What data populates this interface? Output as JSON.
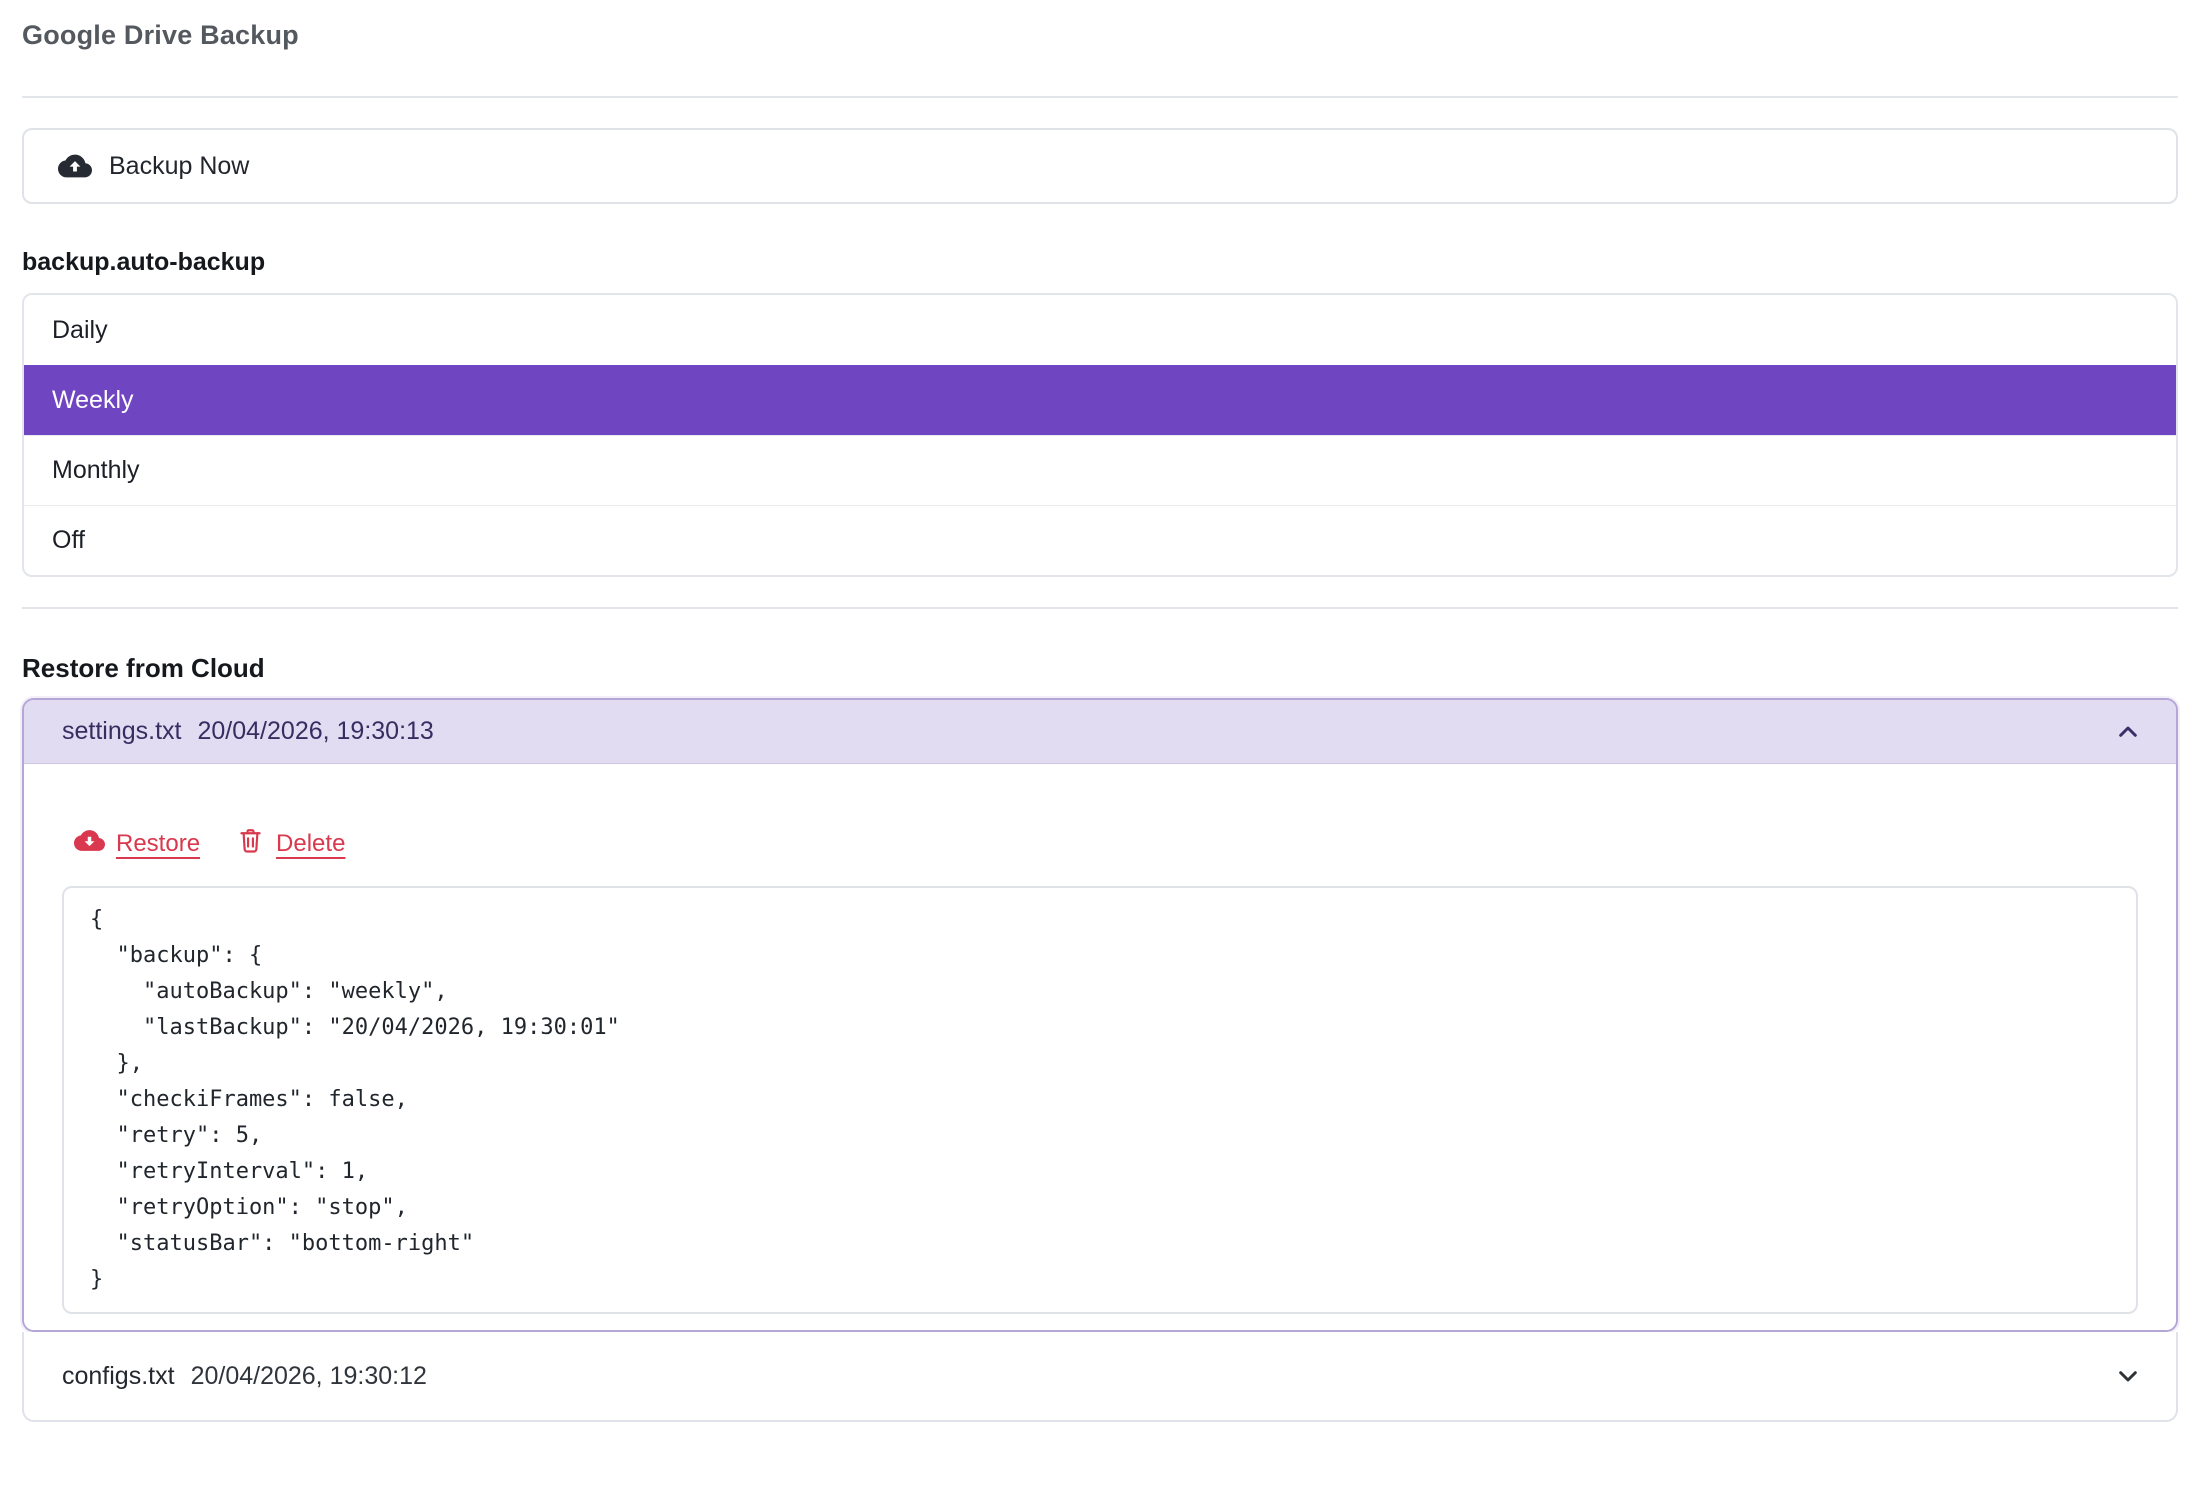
{
  "page": {
    "title": "Google Drive Backup"
  },
  "backup": {
    "backup_now_label": "Backup Now",
    "auto_backup_label": "backup.auto-backup",
    "options": [
      {
        "label": "Daily",
        "selected": false
      },
      {
        "label": "Weekly",
        "selected": true
      },
      {
        "label": "Monthly",
        "selected": false
      },
      {
        "label": "Off",
        "selected": false
      }
    ]
  },
  "restore": {
    "heading": "Restore from Cloud",
    "restore_label": "Restore",
    "delete_label": "Delete",
    "files": [
      {
        "name": "settings.txt",
        "timestamp": "20/04/2026, 19:30:13",
        "expanded": true,
        "content": "{\n  \"backup\": {\n    \"autoBackup\": \"weekly\",\n    \"lastBackup\": \"20/04/2026, 19:30:01\"\n  },\n  \"checkiFrames\": false,\n  \"retry\": 5,\n  \"retryInterval\": 1,\n  \"retryOption\": \"stop\",\n  \"statusBar\": \"bottom-right\"\n}"
      },
      {
        "name": "configs.txt",
        "timestamp": "20/04/2026, 19:30:12",
        "expanded": false
      }
    ]
  },
  "colors": {
    "accent_purple": "#6f45c2",
    "header_lavender": "#e1dcf2",
    "header_text_purple": "#382d60",
    "danger_red": "#d9384e"
  }
}
